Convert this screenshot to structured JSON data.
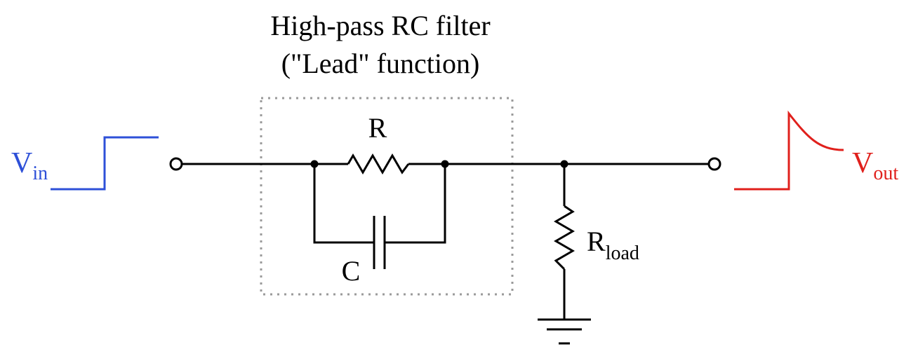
{
  "title": {
    "line1": "High-pass RC filter",
    "line2": "(\"Lead\" function)"
  },
  "labels": {
    "resistor": "R",
    "capacitor": "C",
    "load_main": "R",
    "load_sub": "load",
    "vin_main": "V",
    "vin_sub": "in",
    "vout_main": "V",
    "vout_sub": "out"
  },
  "colors": {
    "wire": "#000000",
    "input_waveform": "#2e50d8",
    "output_waveform": "#e0201c",
    "box_outline": "#9a9a9a"
  }
}
